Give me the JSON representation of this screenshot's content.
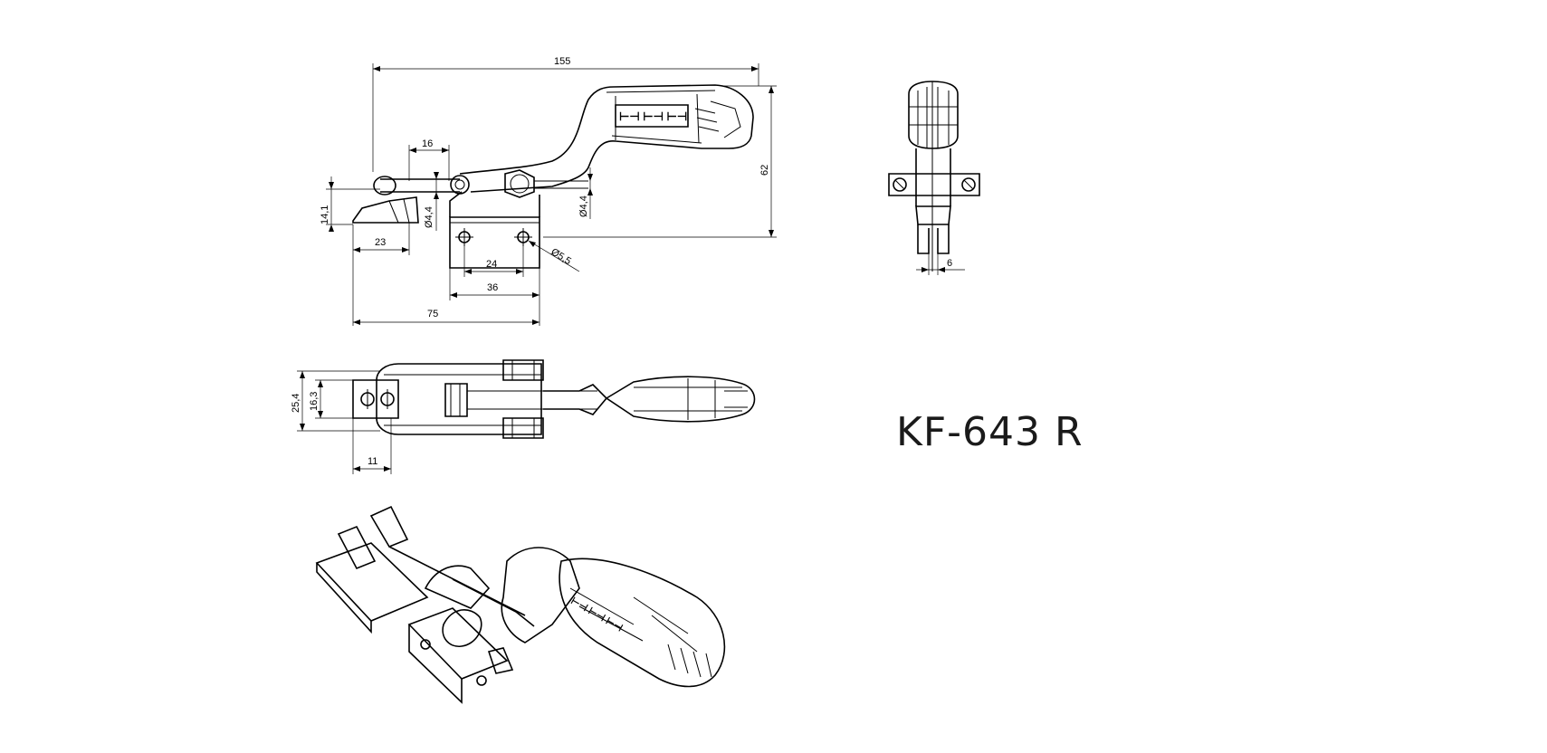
{
  "title": "KF-643 R",
  "dimensions": {
    "overall_length": "155",
    "height": "62",
    "d16": "16",
    "d14_1": "14,1",
    "phi4_4_a": "Ø4,4",
    "phi4_4_b": "Ø4,4",
    "d23": "23",
    "d24": "24",
    "phi5_5": "Ø5,5",
    "d36": "36",
    "d75": "75",
    "d6": "6",
    "d25_4": "25,4",
    "d16_3": "16,3",
    "d11": "11"
  }
}
